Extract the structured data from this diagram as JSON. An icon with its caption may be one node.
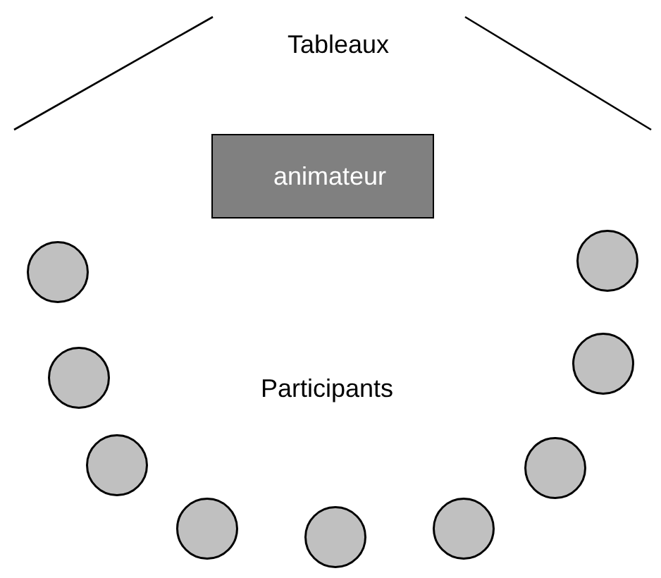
{
  "diagram": {
    "nodes": [
      {
        "text": [
          "animateur"
        ]
      },
      {
        "text": [],
        "shape": "circle"
      },
      {
        "text": [],
        "shape": "circle"
      },
      {
        "text": [],
        "shape": "circle"
      },
      {
        "text": [],
        "shape": "circle"
      },
      {
        "text": [],
        "shape": "circle"
      },
      {
        "text": [],
        "shape": "circle"
      },
      {
        "text": [],
        "shape": "circle"
      },
      {
        "text": [],
        "shape": "circle"
      },
      {
        "text": [],
        "shape": "circle"
      }
    ],
    "labels": [
      "Tableaux",
      "Participants"
    ]
  }
}
